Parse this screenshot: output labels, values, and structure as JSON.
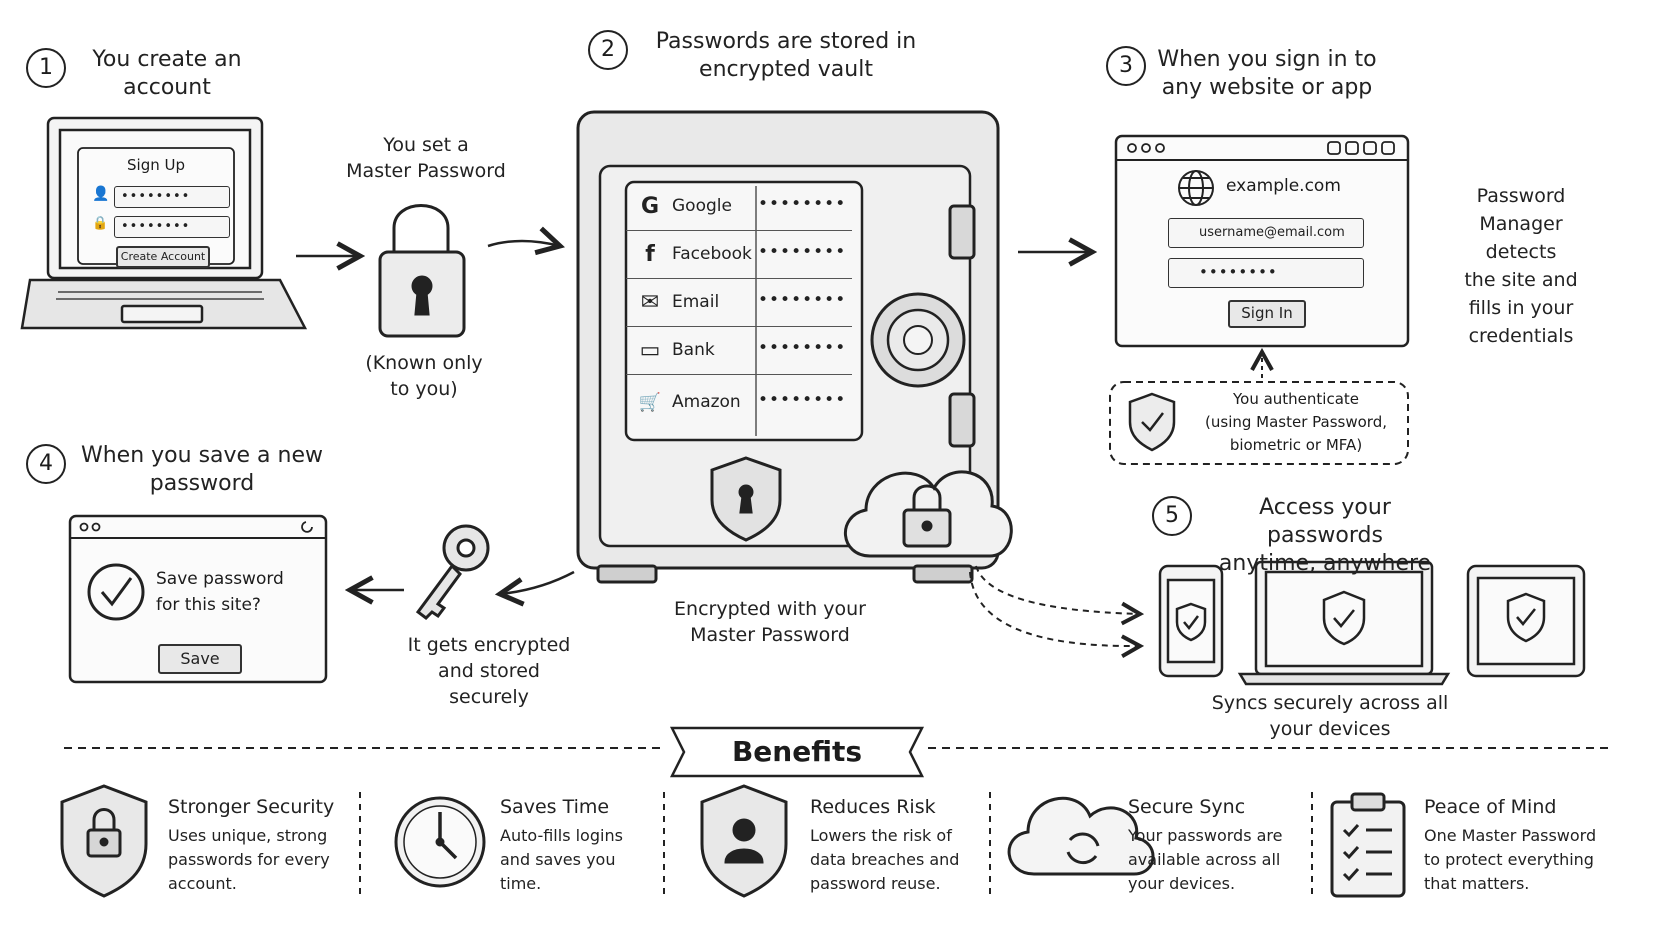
{
  "steps": {
    "s1": {
      "num": "1",
      "title_line1": "You create an",
      "title_line2": "account"
    },
    "s2": {
      "num": "2",
      "title_line1": "Passwords are stored in",
      "title_line2": "encrypted vault"
    },
    "s3": {
      "num": "3",
      "title_line1": "When you sign in to",
      "title_line2": "any website or app"
    },
    "s4": {
      "num": "4",
      "title_line1": "When you save a new",
      "title_line2": "password"
    },
    "s5": {
      "num": "5",
      "title_line1": "Access your passwords",
      "title_line2": "anytime, anywhere"
    }
  },
  "signup_form": {
    "title": "Sign Up",
    "password1": "••••••••",
    "password2": "••••••••",
    "button": "Create Account"
  },
  "master_password": {
    "label_line1": "You set a",
    "label_line2": "Master Password",
    "note_line1": "(Known only",
    "note_line2": "to you)"
  },
  "vault": {
    "entries": [
      {
        "name": "Google",
        "icon": "G",
        "password": "••••••••"
      },
      {
        "name": "Facebook",
        "icon": "f",
        "password": "••••••••"
      },
      {
        "name": "Email",
        "icon": "✉",
        "password": "••••••••"
      },
      {
        "name": "Bank",
        "icon": "▭",
        "password": "••••••••"
      },
      {
        "name": "Amazon",
        "icon": "🛒",
        "password": "••••••••"
      }
    ],
    "caption_line1": "Encrypted with your",
    "caption_line2": "Master Password"
  },
  "signin_window": {
    "site": "example.com",
    "username": "username@email.com",
    "password": "••••••••",
    "button": "Sign In"
  },
  "autofill_note": {
    "line1": "Password",
    "line2": "Manager detects",
    "line3": "the site and",
    "line4": "fills in your",
    "line5": "credentials"
  },
  "authenticate": {
    "line1": "You authenticate",
    "line2": "(using Master Password,",
    "line3": "biometric or MFA)"
  },
  "save_dialog": {
    "line1": "Save password",
    "line2": "for this site?",
    "button": "Save"
  },
  "encrypt_note": {
    "line1": "It gets encrypted",
    "line2": "and stored",
    "line3": "securely"
  },
  "sync_note": {
    "line1": "Syncs securely across all",
    "line2": "your devices"
  },
  "benefits": {
    "heading": "Benefits",
    "items": [
      {
        "title": "Stronger Security",
        "text": "Uses unique, strong passwords for every account.",
        "icon": "shield-lock-icon"
      },
      {
        "title": "Saves Time",
        "text": "Auto-fills logins and saves you time.",
        "icon": "clock-icon"
      },
      {
        "title": "Reduces Risk",
        "text": "Lowers the risk of data breaches and password reuse.",
        "icon": "shield-user-icon"
      },
      {
        "title": "Secure Sync",
        "text": "Your passwords are available across all your devices.",
        "icon": "cloud-sync-icon"
      },
      {
        "title": "Peace of Mind",
        "text": "One Master Password to protect everything that matters.",
        "icon": "clipboard-checklist-icon"
      }
    ]
  }
}
